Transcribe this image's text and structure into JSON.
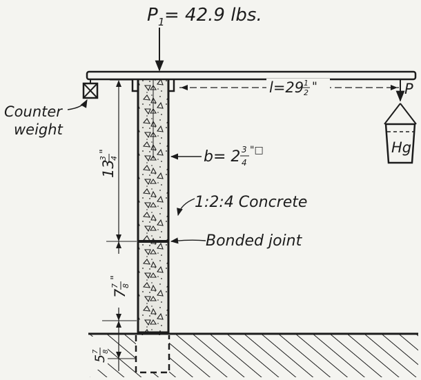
{
  "labels": {
    "load": "P",
    "load_sub": "1",
    "load_value": "= 42.9 lbs.",
    "lever_arm": "l=29",
    "lever_arm_frac_num": "1",
    "lever_arm_frac_den": "2",
    "lever_arm_unit": "\"",
    "end_load": "P",
    "counterweight_line1": "Counter",
    "counterweight_line2": "weight",
    "bucket": "Hg",
    "width_prefix": "b= 2",
    "width_frac_num": "3",
    "width_frac_den": "4",
    "width_unit": "\"□",
    "concrete": "1:2:4 Concrete",
    "joint": "Bonded joint",
    "upper_height_whole": "13",
    "upper_height_num": "3",
    "upper_height_den": "4",
    "upper_height_unit": "\"",
    "lower_height_whole": "7",
    "lower_height_num": "7",
    "lower_height_den": "8",
    "lower_height_unit": "\"",
    "embed_depth_whole": "5",
    "embed_depth_num": "7",
    "embed_depth_den": "8"
  }
}
